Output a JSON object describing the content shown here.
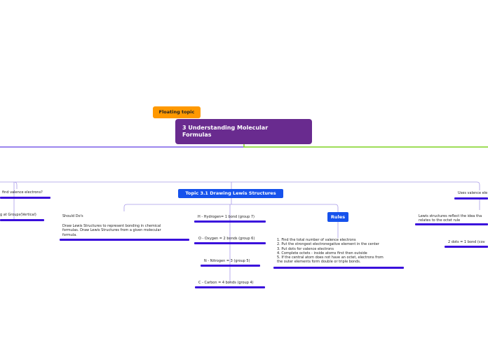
{
  "floating_topic": "Floating topic",
  "central_topic": "3 Understanding Molecular\nFormulas",
  "main_topic": "Topic 3.1 Drawing Lewis Structures",
  "left_branch": {
    "item1": "find valence electrons?",
    "item2": "g at Groups(Vertical)"
  },
  "should_do": {
    "title": "Should Do's",
    "body": "Draw Lewis Structures to represent bonding in chemical\nformulas. Draw Lewis Structures from a given molecular\nformula."
  },
  "bonds": [
    "H - Hydrogen= 1 bond (group 7)",
    "O - Oxygen = 2 bonds (group 6)",
    "N - Nitrogen = 3 (group 5)",
    "C - Carbon = 4 bonds (group 4)"
  ],
  "rules": {
    "label": "Rules",
    "text": "1. Find the total number of valence electrons\n2. Put the strongest electronegative element in the center\n3. Put dots for valence electrons\n4. Complete octets - inside atoms first then outside\n5. If the central atom does not have an octet, electrons from\nthe outer elements form double or triple bonds."
  },
  "right_branch": {
    "valence": "Uses valence ele",
    "octet": "Lewis structures reflect the idea tha\nrelates to the octet rule",
    "dots": "2 dots = 1 bond (cov"
  },
  "colors": {
    "floating": "#ff9900",
    "central": "#692b8f",
    "topic": "#1652ec",
    "underline": "#3a0edc",
    "connector_left": "#3a0edc",
    "connector_right": "#7ed321",
    "connector_sub": "#a99be8"
  }
}
